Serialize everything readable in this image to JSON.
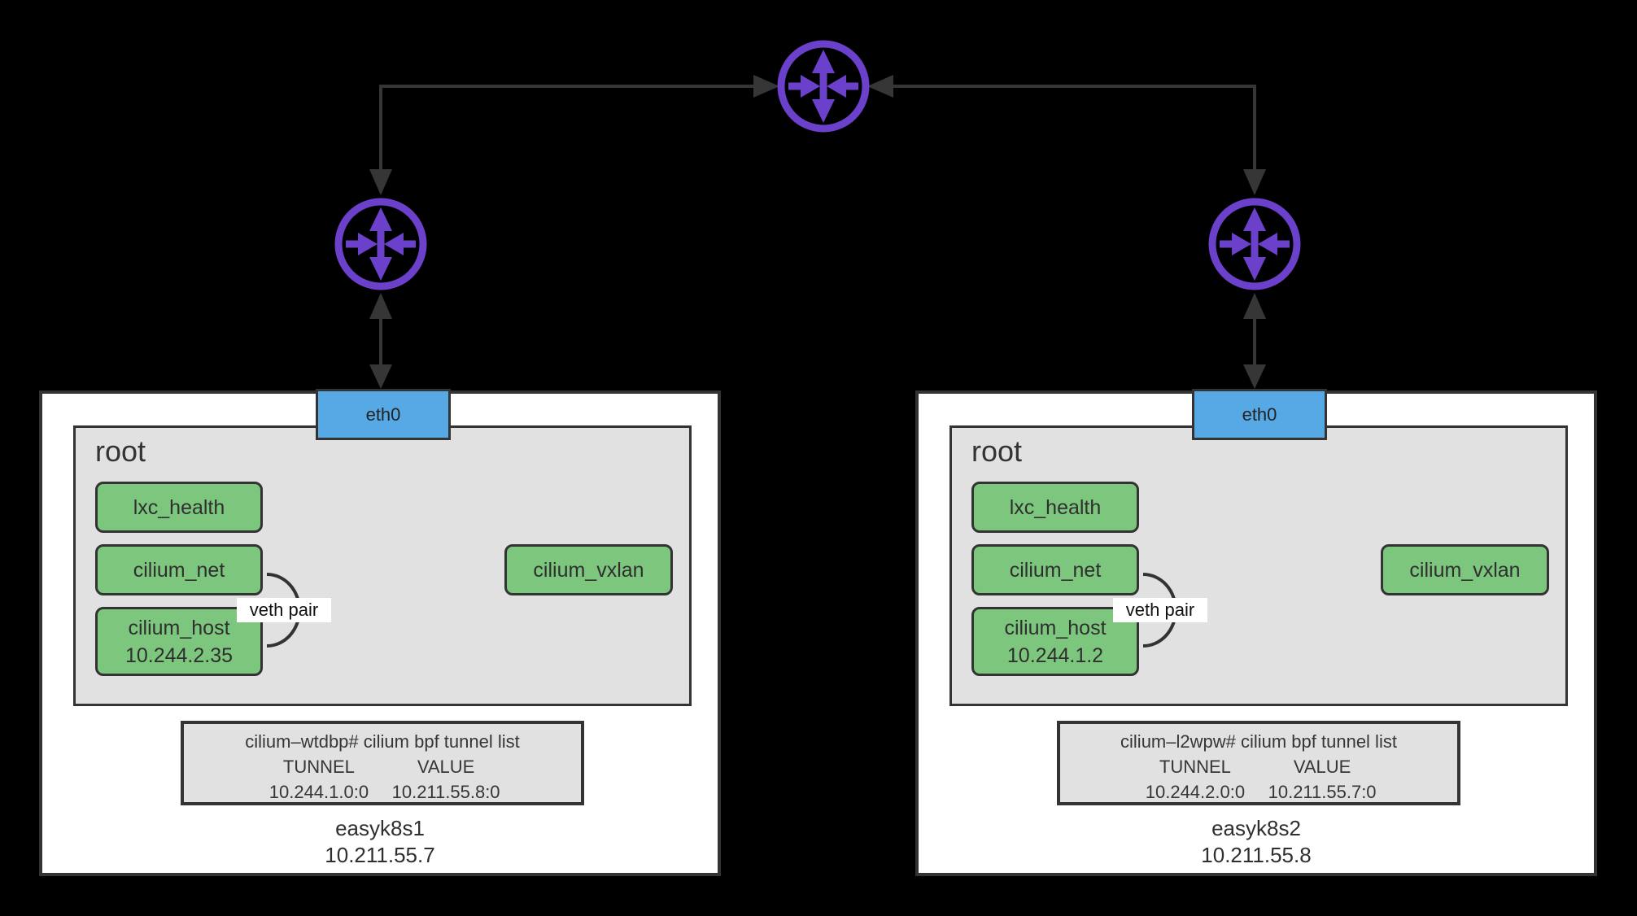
{
  "colors": {
    "background": "#000000",
    "stroke_dark": "#363636",
    "router_purple": "#6b41cb",
    "node_fill": "#ffffff",
    "panel_gray": "#e1e1e1",
    "interface_green": "#7dc67e",
    "nic_blue": "#57a9e6"
  },
  "icons": {
    "router": "crossed-arrows-router-icon"
  },
  "nodes": [
    {
      "hostname": "easyk8s1",
      "host_ip": "10.211.55.7",
      "nic_label": "eth0",
      "namespace_label": "root",
      "interfaces": {
        "lxc_health": "lxc_health",
        "cilium_net": "cilium_net",
        "cilium_host_name": "cilium_host",
        "cilium_host_ip": "10.244.2.35",
        "cilium_vxlan": "cilium_vxlan"
      },
      "veth_pair_label": "veth pair",
      "tunnel_list": {
        "command": "cilium–wtdbp# cilium bpf tunnel list",
        "col1": "TUNNEL",
        "col2": "VALUE",
        "val1": "10.244.1.0:0",
        "val2": "10.211.55.8:0"
      }
    },
    {
      "hostname": "easyk8s2",
      "host_ip": "10.211.55.8",
      "nic_label": "eth0",
      "namespace_label": "root",
      "interfaces": {
        "lxc_health": "lxc_health",
        "cilium_net": "cilium_net",
        "cilium_host_name": "cilium_host",
        "cilium_host_ip": "10.244.1.2",
        "cilium_vxlan": "cilium_vxlan"
      },
      "veth_pair_label": "veth pair",
      "tunnel_list": {
        "command": "cilium–l2wpw# cilium bpf tunnel list",
        "col1": "TUNNEL",
        "col2": "VALUE",
        "val1": "10.244.2.0:0",
        "val2": "10.211.55.7:0"
      }
    }
  ]
}
